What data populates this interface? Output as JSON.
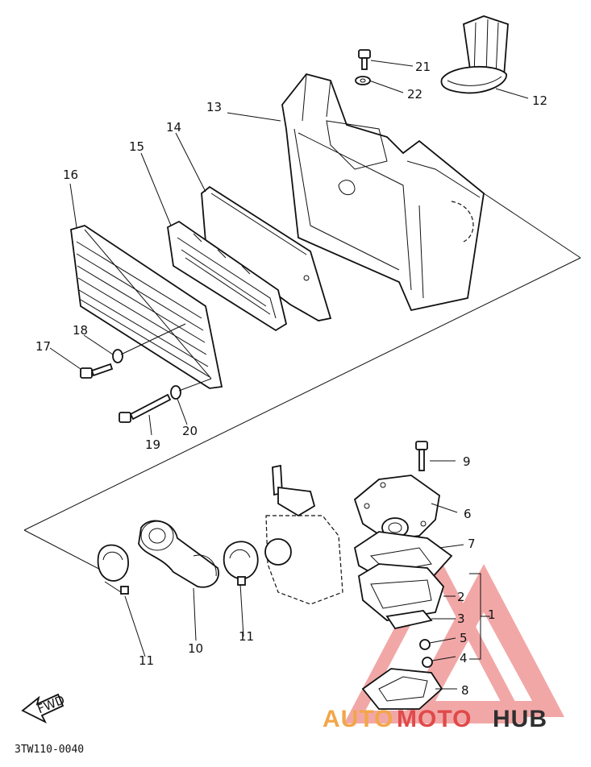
{
  "labels": {
    "p1": "1",
    "p2": "2",
    "p3": "3",
    "p4": "4",
    "p5": "5",
    "p6": "6",
    "p7": "7",
    "p8": "8",
    "p9": "9",
    "p10": "10",
    "p11a": "11",
    "p11b": "11",
    "p12": "12",
    "p13": "13",
    "p14": "14",
    "p15": "15",
    "p16": "16",
    "p17": "17",
    "p18": "18",
    "p19": "19",
    "p20": "20",
    "p21": "21",
    "p22": "22"
  },
  "figure_code": "3TW110-0040",
  "fwd_arrow": "FWD",
  "watermark": {
    "part1": "AUTO",
    "part2": "MOTO",
    "part3": "HUB"
  },
  "colors": {
    "line": "#111111",
    "watermark_red": "#e04a4a",
    "watermark_orange": "#f2a64a",
    "watermark_dark": "#2f2f2f"
  }
}
